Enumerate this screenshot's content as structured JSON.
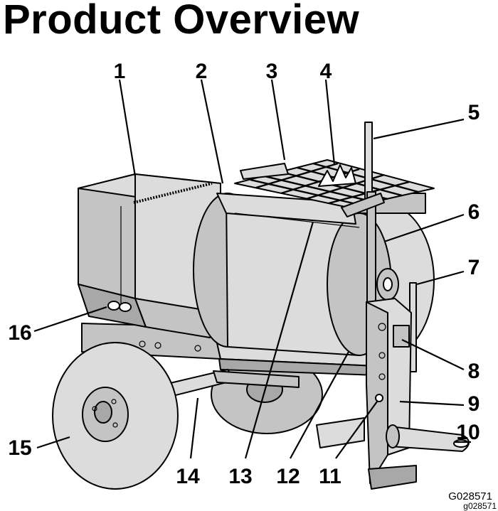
{
  "title": "Product Overview",
  "callouts": [
    {
      "id": "c1",
      "label": "1"
    },
    {
      "id": "c2",
      "label": "2"
    },
    {
      "id": "c3",
      "label": "3"
    },
    {
      "id": "c4",
      "label": "4"
    },
    {
      "id": "c5",
      "label": "5"
    },
    {
      "id": "c6",
      "label": "6"
    },
    {
      "id": "c7",
      "label": "7"
    },
    {
      "id": "c8",
      "label": "8"
    },
    {
      "id": "c9",
      "label": "9"
    },
    {
      "id": "c10",
      "label": "10"
    },
    {
      "id": "c11",
      "label": "11"
    },
    {
      "id": "c12",
      "label": "12"
    },
    {
      "id": "c13",
      "label": "13"
    },
    {
      "id": "c14",
      "label": "14"
    },
    {
      "id": "c15",
      "label": "15"
    },
    {
      "id": "c16",
      "label": "16"
    }
  ],
  "figure_ids": {
    "main": "G028571",
    "small": "g028571"
  },
  "colors": {
    "light_gray": "#dcdcdc",
    "mid_gray": "#c4c4c4",
    "dark_gray": "#a8a8a8",
    "line": "#000000"
  }
}
